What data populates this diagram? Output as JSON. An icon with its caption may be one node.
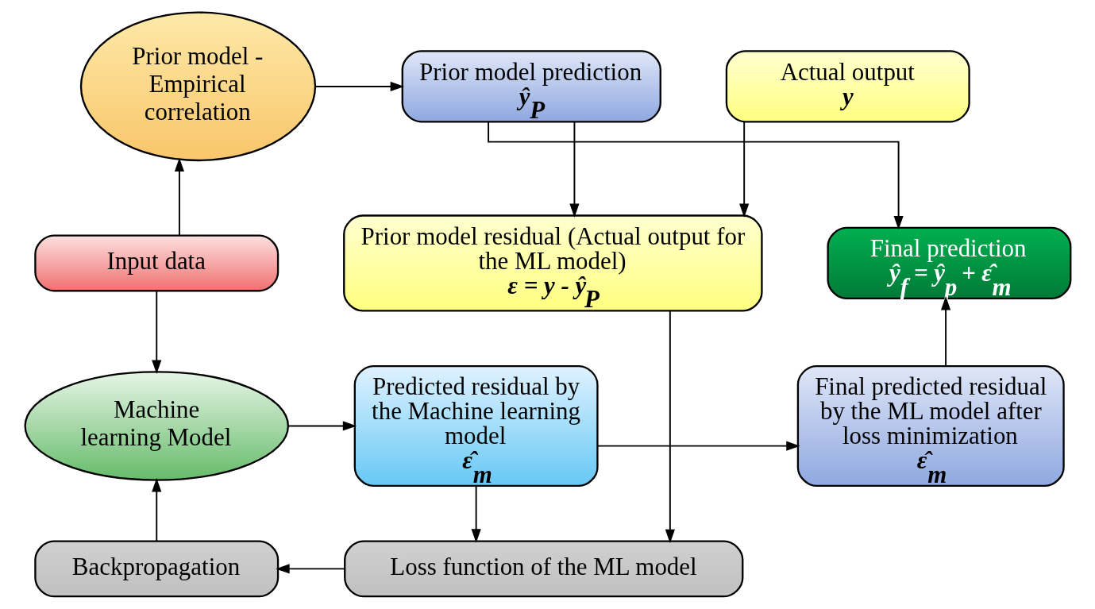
{
  "diagram": {
    "nodes": [
      {
        "text": [
          "Prior model - Empirical correlation"
        ]
      },
      {
        "text": [
          "Prior model prediction",
          "ŷ$_{P}$"
        ]
      },
      {
        "text": [
          "Actual output",
          "y"
        ]
      },
      {
        "text": [
          "Final prediction",
          "ŷ$_{f}$ = ŷ$_{p}$ + ε̂$_{m}$"
        ]
      },
      {
        "text": [
          "Input data"
        ]
      },
      {
        "text": [
          "Prior model residual (Actual output for the ML model)",
          "ε = y - ŷ$_{P}$"
        ]
      },
      {
        "text": [
          "Machine learning Model"
        ]
      },
      {
        "text": [
          "Predicted residual by the Machine learning model",
          "ε̂$_{m}$"
        ]
      },
      {
        "text": [
          "Final predicted residual by the ML model after loss minimization",
          "ε̂$_{m}$"
        ]
      },
      {
        "text": [
          "Backpropagation"
        ]
      },
      {
        "text": [
          "Loss function of the ML model"
        ]
      }
    ],
    "edges": [
      {
        "from": 4,
        "to": 0,
        "arrow": "to"
      },
      {
        "from": 4,
        "to": 6,
        "arrow": "to"
      },
      {
        "from": 0,
        "to": 1,
        "arrow": "to"
      },
      {
        "from": 1,
        "to": 3,
        "arrow": "to"
      },
      {
        "from": 1,
        "to": 5,
        "arrow": "to"
      },
      {
        "from": 2,
        "to": 5,
        "arrow": "to"
      },
      {
        "from": 6,
        "to": 7,
        "arrow": "to"
      },
      {
        "from": 7,
        "to": 8,
        "arrow": "to"
      },
      {
        "from": 8,
        "to": 3,
        "arrow": "to"
      },
      {
        "from": 7,
        "to": 10,
        "arrow": "to"
      },
      {
        "from": 5,
        "to": 10,
        "arrow": "to"
      },
      {
        "from": 10,
        "to": 9,
        "arrow": "to"
      },
      {
        "from": 9,
        "to": 6,
        "arrow": "to"
      }
    ]
  }
}
